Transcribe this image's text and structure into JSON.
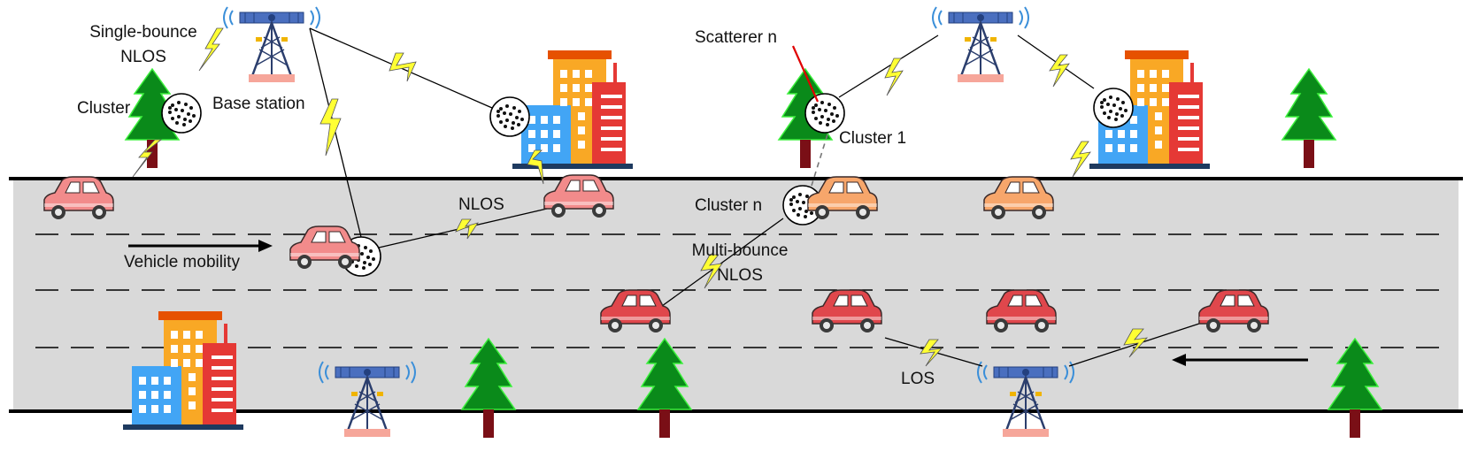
{
  "labels": {
    "single_bounce": [
      "Single-bounce",
      "NLOS"
    ],
    "cluster": "Cluster",
    "base_station": "Base station",
    "nlos": "NLOS",
    "vehicle_mobility": "Vehicle mobility",
    "scatterer_n": "Scatterer n",
    "cluster_1": "Cluster 1",
    "cluster_n": "Cluster n",
    "multi_bounce": [
      "Multi-bounce",
      "NLOS"
    ],
    "los": "LOS"
  },
  "colors": {
    "road": "#d9d9d9",
    "road_edge": "#000000",
    "lightning": "#ffff33",
    "car_pink": "#f28b8b",
    "car_orange": "#f7a66b",
    "car_red": "#e0474c",
    "tree": "#0a8a1a",
    "trunk": "#7a0f16",
    "scatterer_pointer": "#e00000"
  }
}
